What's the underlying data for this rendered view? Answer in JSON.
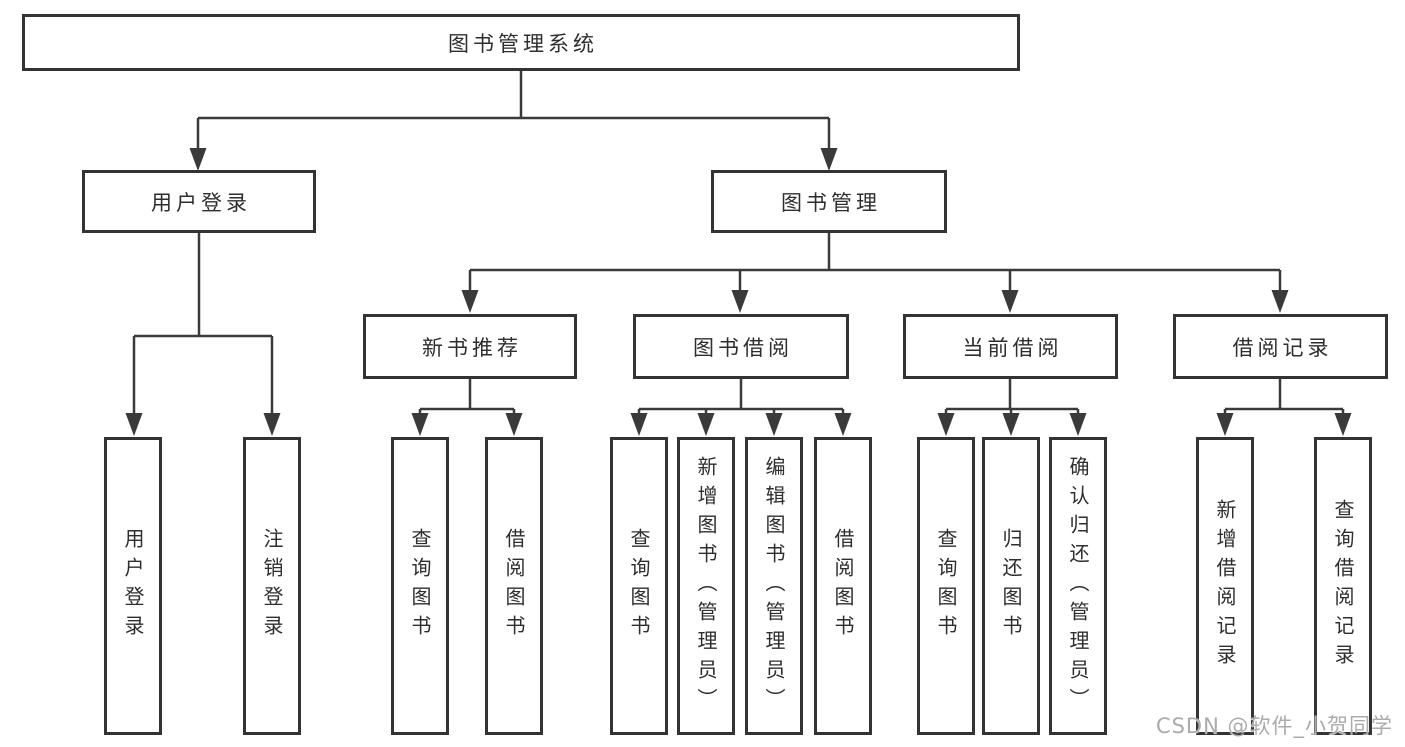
{
  "diagram": {
    "root": {
      "label": "图书管理系统"
    },
    "modules": [
      {
        "label": "用户登录",
        "children": [
          {
            "label": "用户登录"
          },
          {
            "label": "注销登录"
          }
        ]
      },
      {
        "label": "图书管理",
        "submodules": [
          {
            "label": "新书推荐",
            "children": [
              {
                "label": "查询图书"
              },
              {
                "label": "借阅图书"
              }
            ]
          },
          {
            "label": "图书借阅",
            "children": [
              {
                "label": "查询图书"
              },
              {
                "label": "新增图书（管理员）"
              },
              {
                "label": "编辑图书（管理员）"
              },
              {
                "label": "借阅图书"
              }
            ]
          },
          {
            "label": "当前借阅",
            "children": [
              {
                "label": "查询图书"
              },
              {
                "label": "归还图书"
              },
              {
                "label": "确认归还（管理员）"
              }
            ]
          },
          {
            "label": "借阅记录",
            "children": [
              {
                "label": "新增借阅记录"
              },
              {
                "label": "查询借阅记录"
              }
            ]
          }
        ]
      }
    ]
  },
  "watermark": {
    "text": "CSDN @软件_小贺同学"
  },
  "colors": {
    "line": "#3a3a3a",
    "box_border": "#333333",
    "box_fill": "#ffffff",
    "text": "#2e2e2e",
    "watermark": "#ababab",
    "background": "#ffffff"
  }
}
